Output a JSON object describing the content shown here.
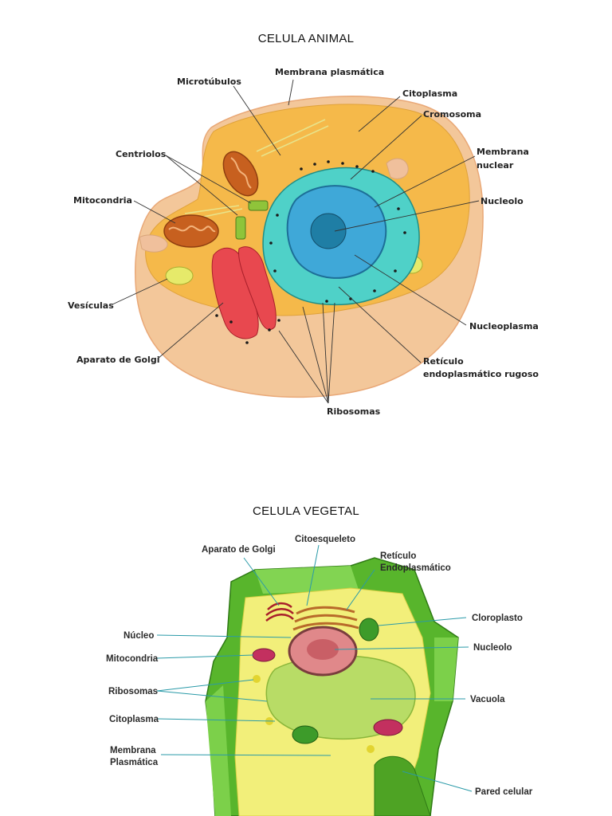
{
  "animal": {
    "title": "CELULA ANIMAL",
    "labels": {
      "microtubulos": "Microtúbulos",
      "membrana_plasmatica": "Membrana plasmática",
      "citoplasma": "Citoplasma",
      "cromosoma": "Cromosoma",
      "membrana_nuclear_1": "Membrana",
      "membrana_nuclear_2": "nuclear",
      "centriolos": "Centriolos",
      "mitocondria": "Mitocondria",
      "nucleolo": "Nucleolo",
      "vesiculas": "Vesículas",
      "nucleoplasma": "Nucleoplasma",
      "aparato_golgi": "Aparato de Golgi",
      "reticulo_1": "Retículo",
      "reticulo_2": "endoplasmático rugoso",
      "ribosomas": "Ribosomas"
    },
    "colors": {
      "cytoplasm": "#f5b94a",
      "membrane": "#f3c79a",
      "golgi": "#e8484f",
      "er": "#4fd1c8",
      "nucleus": "#3fa8d8",
      "nucleolus": "#1f7ea5",
      "mitochondria": "#c7601f"
    }
  },
  "vegetal": {
    "title": "CELULA VEGETAL",
    "labels": {
      "aparato_golgi": "Aparato de Golgi",
      "citoesqueleto": "Citoesqueleto",
      "reticulo_1": "Retículo",
      "reticulo_2": "Endoplasmático",
      "cloroplasto": "Cloroplasto",
      "nucleo": "Núcleo",
      "nucleolo": "Nucleolo",
      "mitocondria": "Mitocondria",
      "ribosomas": "Ribosomas",
      "vacuola": "Vacuola",
      "citoplasma": "Citoplasma",
      "membrana_1": "Membrana",
      "membrana_2": "Plasmática",
      "pared_celular": "Pared celular"
    },
    "colors": {
      "wall": "#58b52c",
      "cytoplasm": "#f2ef7a",
      "vacuole": "#b8dc66",
      "nucleus": "#e0888a",
      "chloroplast": "#3d9b2a",
      "leader": "#2a9aa8"
    }
  }
}
